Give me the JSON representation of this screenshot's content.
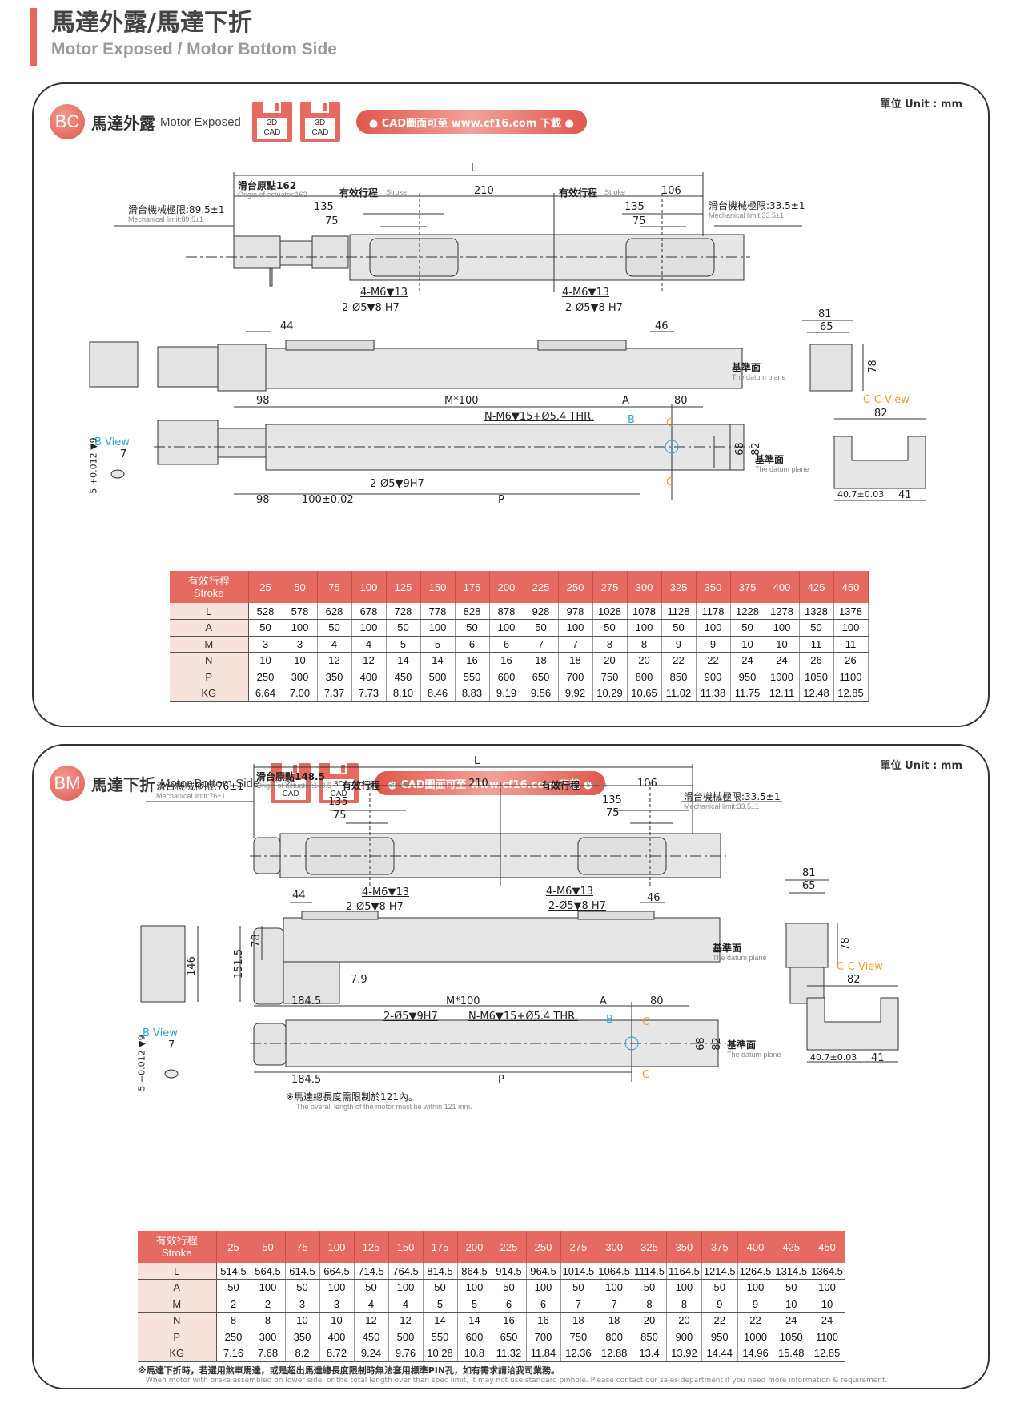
{
  "header": {
    "title": "馬達外露/馬達下折",
    "subtitle": "Motor Exposed / Motor Bottom Side"
  },
  "colors": {
    "accent": "#e66a5f",
    "table_header": "#e66a5f",
    "row_header": "#f8e3dc",
    "b_view": "#2aa4d8",
    "c_view": "#f29a2e"
  },
  "sections": {
    "bc": {
      "badge": "BC",
      "title_zh": "馬達外露",
      "title_en": "Motor Exposed",
      "unit": "單位 Unit : mm",
      "cad2d": [
        "2D",
        "CAD"
      ],
      "cad3d": [
        "3D",
        "CAD"
      ],
      "cad_link": "● CAD圖面可至 www.cf16.com 下載 ●",
      "dims": {
        "L": "L",
        "origin_zh": "滑台原點162",
        "origin_en": "Origin of actuator:162",
        "stroke_zh": "有效行程",
        "stroke_en": "Stroke",
        "d210": "210",
        "d106": "106",
        "mech_left_zh": "滑台機械極限:89.5±1",
        "mech_left_en": "Mechanical limit:89.5±1",
        "mech_right_zh": "滑台機械極限:33.5±1",
        "mech_right_en": "Mechanical limit:33.5±1",
        "d135": "135",
        "d75": "75",
        "m6": "4-M6▼13",
        "pin": "2-Ø5▼8 H7",
        "d44": "44",
        "d46": "46",
        "d81": "81",
        "d65": "65",
        "d78": "78",
        "datum_zh": "基準面",
        "datum_en": "The datum plane",
        "d98": "98",
        "m100": "M*100",
        "A": "A",
        "d80": "80",
        "thr": "N-M6▼15+Ø5.4 THR.",
        "B": "B",
        "C": "C",
        "b_view": "B View",
        "b7": "7",
        "b_tol": "5 +0.012 ▼9",
        "pin9": "2-Ø5▼9H7",
        "d100": "100±0.02",
        "P": "P",
        "d68": "68",
        "d82": "82",
        "cc_view": "C-C View",
        "cc82": "82",
        "cc407": "40.7±0.03",
        "cc41": "41"
      },
      "table": {
        "header_zh": "有效行程",
        "header_en": "Stroke",
        "strokes": [
          "25",
          "50",
          "75",
          "100",
          "125",
          "150",
          "175",
          "200",
          "225",
          "250",
          "275",
          "300",
          "325",
          "350",
          "375",
          "400",
          "425",
          "450"
        ],
        "rows": [
          {
            "label": "L",
            "values": [
              "528",
              "578",
              "628",
              "678",
              "728",
              "778",
              "828",
              "878",
              "928",
              "978",
              "1028",
              "1078",
              "1128",
              "1178",
              "1228",
              "1278",
              "1328",
              "1378"
            ]
          },
          {
            "label": "A",
            "values": [
              "50",
              "100",
              "50",
              "100",
              "50",
              "100",
              "50",
              "100",
              "50",
              "100",
              "50",
              "100",
              "50",
              "100",
              "50",
              "100",
              "50",
              "100"
            ]
          },
          {
            "label": "M",
            "values": [
              "3",
              "3",
              "4",
              "4",
              "5",
              "5",
              "6",
              "6",
              "7",
              "7",
              "8",
              "8",
              "9",
              "9",
              "10",
              "10",
              "11",
              "11"
            ]
          },
          {
            "label": "N",
            "values": [
              "10",
              "10",
              "12",
              "12",
              "14",
              "14",
              "16",
              "16",
              "18",
              "18",
              "20",
              "20",
              "22",
              "22",
              "24",
              "24",
              "26",
              "26"
            ]
          },
          {
            "label": "P",
            "values": [
              "250",
              "300",
              "350",
              "400",
              "450",
              "500",
              "550",
              "600",
              "650",
              "700",
              "750",
              "800",
              "850",
              "900",
              "950",
              "1000",
              "1050",
              "1100"
            ]
          },
          {
            "label": "KG",
            "values": [
              "6.64",
              "7.00",
              "7.37",
              "7.73",
              "8.10",
              "8.46",
              "8.83",
              "9.19",
              "9.56",
              "9.92",
              "10.29",
              "10.65",
              "11.02",
              "11.38",
              "11.75",
              "12.11",
              "12.48",
              "12.85"
            ]
          }
        ]
      }
    },
    "bm": {
      "badge": "BM",
      "title_zh": "馬達下折",
      "title_en": "Motor Bottom Side",
      "unit": "單位 Unit : mm",
      "cad2d": [
        "2D",
        "CAD"
      ],
      "cad3d": [
        "3D",
        "CAD"
      ],
      "cad_link": "● CAD圖面可至 www.cf16.com 下載 ●",
      "dims": {
        "L": "L",
        "origin_zh": "滑台原點148.5",
        "origin_en": "Origin of actuator:148.5",
        "stroke_zh": "有效行程",
        "stroke_en": "Stroke",
        "d210": "210",
        "d106": "106",
        "mech_left_zh": "滑台機械極限:76±1",
        "mech_left_en": "Mechanical limit:76±1",
        "mech_right_zh": "滑台機械極限:33.5±1",
        "mech_right_en": "Mechanical limit:33.5±1",
        "d135": "135",
        "d75": "75",
        "m6": "4-M6▼13",
        "pin": "2-Ø5▼8 H7",
        "d44": "44",
        "d46": "46",
        "d146": "146",
        "d1515": "151.5",
        "d78": "78",
        "d79": "7.9",
        "d81": "81",
        "d65": "65",
        "datum_zh": "基準面",
        "datum_en": "The datum plane",
        "d1845": "184.5",
        "m100": "M*100",
        "A": "A",
        "d80": "80",
        "thr": "N-M6▼15+Ø5.4 THR.",
        "pin9": "2-Ø5▼9H7",
        "B": "B",
        "C": "C",
        "b_view": "B View",
        "b7": "7",
        "b_tol": "5 +0.012 ▼9",
        "P": "P",
        "d68": "68",
        "d82": "82",
        "motor_note_zh": "※馬達總長度需限制於121內。",
        "motor_note_en": "The overall length of the motor must be within 121 mm.",
        "cc_view": "C-C View",
        "cc82": "82",
        "cc407": "40.7±0.03",
        "cc41": "41"
      },
      "table": {
        "header_zh": "有效行程",
        "header_en": "Stroke",
        "strokes": [
          "25",
          "50",
          "75",
          "100",
          "125",
          "150",
          "175",
          "200",
          "225",
          "250",
          "275",
          "300",
          "325",
          "350",
          "375",
          "400",
          "425",
          "450"
        ],
        "rows": [
          {
            "label": "L",
            "values": [
              "514.5",
              "564.5",
              "614.5",
              "664.5",
              "714.5",
              "764.5",
              "814.5",
              "864.5",
              "914.5",
              "964.5",
              "1014.5",
              "1064.5",
              "1114.5",
              "1164.5",
              "1214.5",
              "1264.5",
              "1314.5",
              "1364.5"
            ]
          },
          {
            "label": "A",
            "values": [
              "50",
              "100",
              "50",
              "100",
              "50",
              "100",
              "50",
              "100",
              "50",
              "100",
              "50",
              "100",
              "50",
              "100",
              "50",
              "100",
              "50",
              "100"
            ]
          },
          {
            "label": "M",
            "values": [
              "2",
              "2",
              "3",
              "3",
              "4",
              "4",
              "5",
              "5",
              "6",
              "6",
              "7",
              "7",
              "8",
              "8",
              "9",
              "9",
              "10",
              "10"
            ]
          },
          {
            "label": "N",
            "values": [
              "8",
              "8",
              "10",
              "10",
              "12",
              "12",
              "14",
              "14",
              "16",
              "16",
              "18",
              "18",
              "20",
              "20",
              "22",
              "22",
              "24",
              "24"
            ]
          },
          {
            "label": "P",
            "values": [
              "250",
              "300",
              "350",
              "400",
              "450",
              "500",
              "550",
              "600",
              "650",
              "700",
              "750",
              "800",
              "850",
              "900",
              "950",
              "1000",
              "1050",
              "1100"
            ]
          },
          {
            "label": "KG",
            "values": [
              "7.16",
              "7.68",
              "8.2",
              "8.72",
              "9.24",
              "9.76",
              "10.28",
              "10.8",
              "11.32",
              "11.84",
              "12.36",
              "12.88",
              "13.4",
              "13.92",
              "14.44",
              "14.96",
              "15.48",
              "12.85"
            ]
          }
        ]
      },
      "footnote_zh": "※馬達下折時，若選用煞車馬達，或是超出馬達總長度限制時無法套用標準PIN孔，如有需求請洽我司業務。",
      "footnote_en": "When motor with brake assembled on lower side, or the total length over than spec limit, it may not use standard pinhole. Please contact our sales department if you need more information & requirement."
    }
  }
}
